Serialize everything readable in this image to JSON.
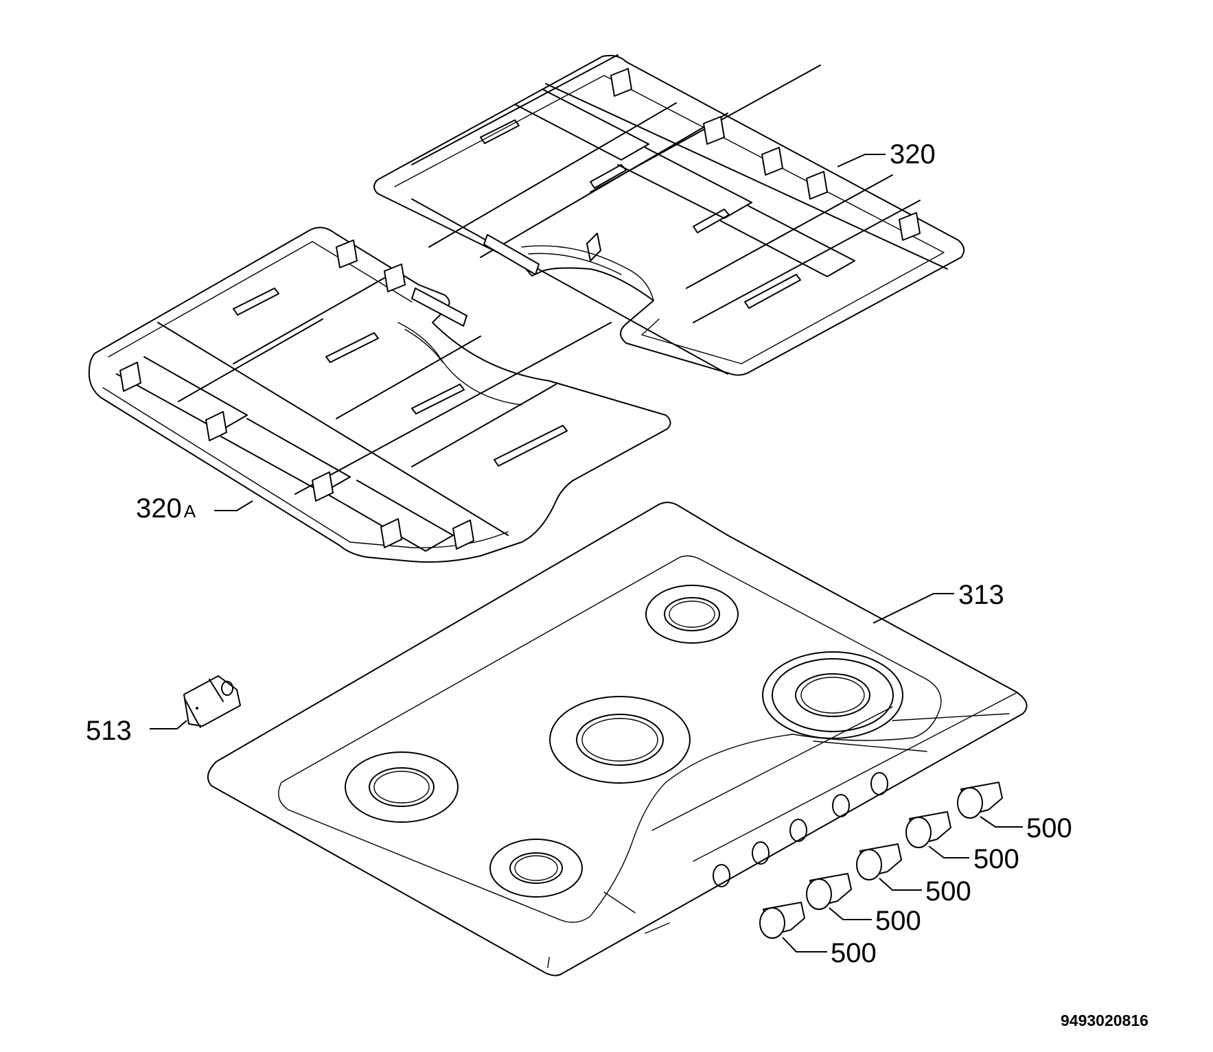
{
  "callouts": {
    "pan_support_right": "320",
    "pan_support_left": "320",
    "pan_support_left_suffix": "A",
    "hob_top": "313",
    "clip": "513",
    "knob_1": "500",
    "knob_2": "500",
    "knob_3": "500",
    "knob_4": "500",
    "knob_5": "500"
  },
  "document_number": "9493020816"
}
